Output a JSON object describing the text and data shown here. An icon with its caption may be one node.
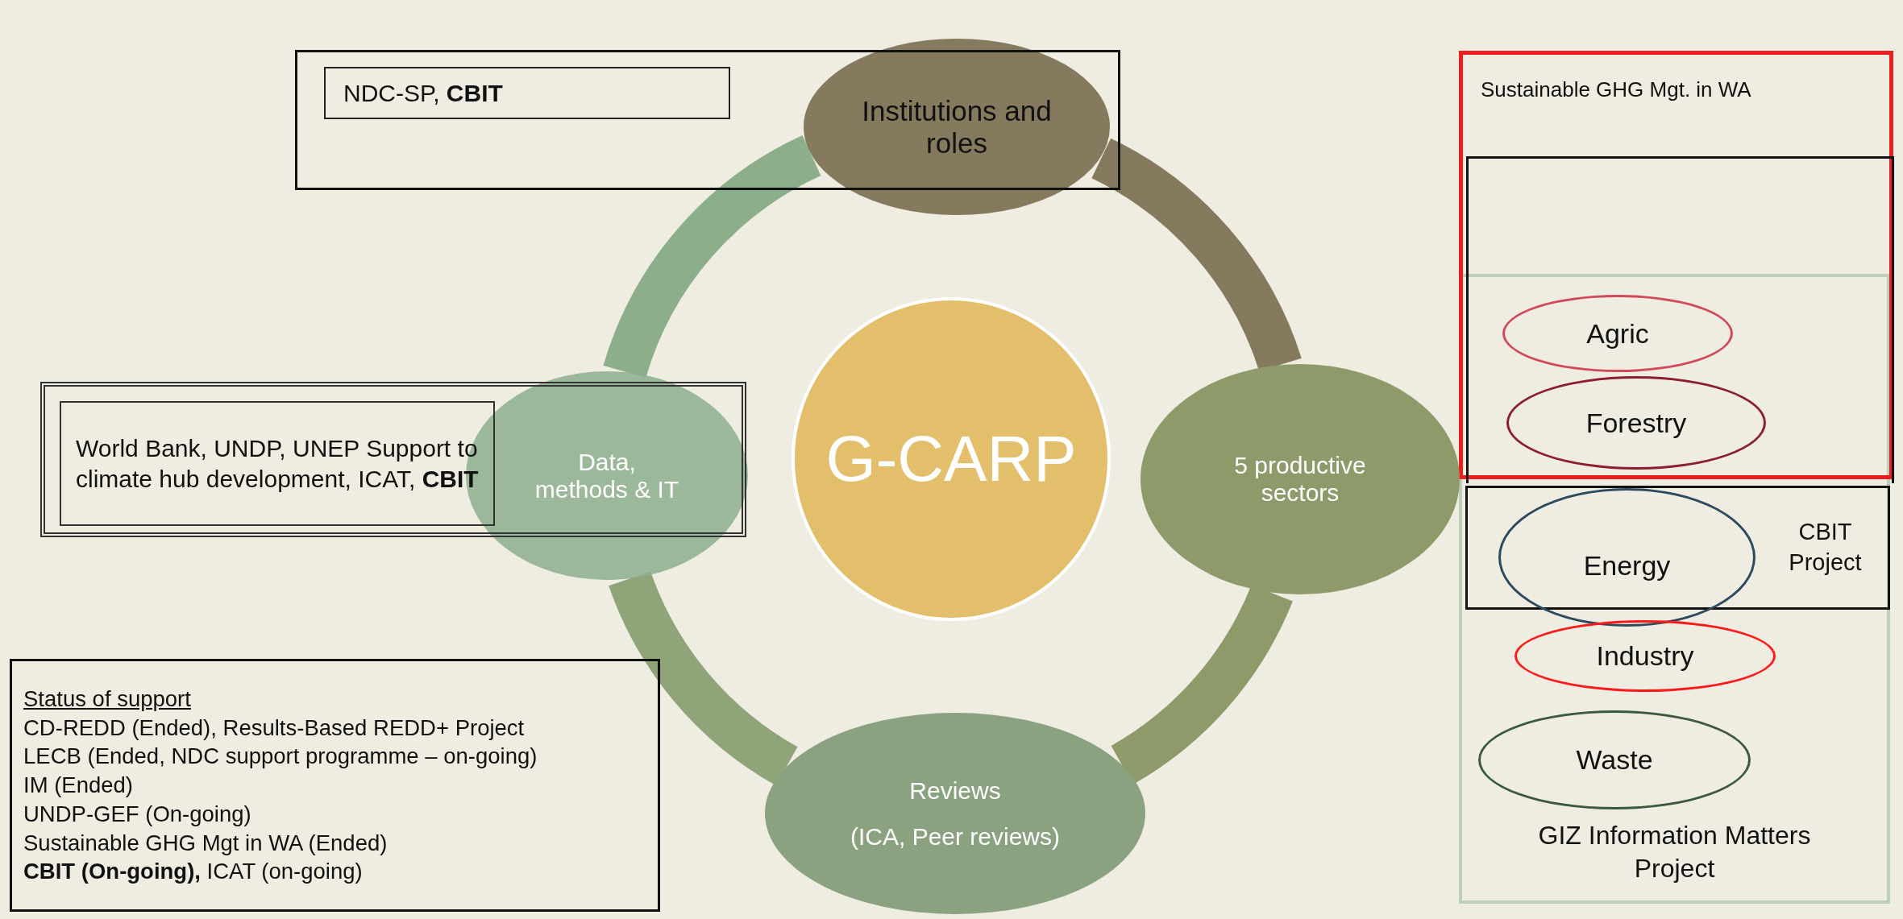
{
  "diagram": {
    "nodes": [
      {
        "text": [],
        "shape": "box"
      },
      {
        "text": [
          "NDC-SP, **CBIT**"
        ],
        "in": 0
      },
      {
        "text": [
          "Institutions and roles"
        ]
      },
      {
        "text": [
          "Sustainable GHG Mgt. in WA"
        ]
      },
      {
        "text": [],
        "shape": "box",
        "in": 3
      },
      {
        "text": [],
        "shape": "box"
      },
      {
        "text": [
          "World Bank, UNDP, UNEP Support to climate hub development, ICAT, **CBIT**"
        ],
        "in": 5
      },
      {
        "text": [
          "Data, methods & IT"
        ]
      },
      {
        "text": [
          "G-CARP"
        ]
      },
      {
        "text": [
          "5 productive sectors"
        ]
      },
      {
        "text": [
          "Agric"
        ]
      },
      {
        "text": [
          "Forestry"
        ]
      },
      {
        "text": [
          "CBIT Project"
        ],
        "in": 14
      },
      {
        "text": [
          "Energy"
        ],
        "in": 14
      },
      {
        "text": [
          "GIZ Information Matters Project"
        ]
      },
      {
        "text": [
          "Industry"
        ],
        "in": 14
      },
      {
        "text": [
          "Waste"
        ],
        "in": 14
      },
      {
        "text": [
          "Status of support",
          "CD-REDD (Ended), Results-Based REDD+ Project",
          "LECB (Ended, NDC support programme – on-going)",
          "IM (Ended)",
          "UNDP-GEF (On-going)",
          "Sustainable GHG Mgt in WA (Ended)",
          "**CBIT (On-going),** ICAT (on-going)"
        ]
      },
      {
        "text": [
          "Reviews",
          "(ICA, Peer reviews)"
        ]
      }
    ],
    "edges": [
      {
        "from": 2,
        "to": 9,
        "arrow": "none",
        "color": "#857a5e"
      },
      {
        "from": 9,
        "to": 18,
        "arrow": "none",
        "color": "#8f9a6b"
      },
      {
        "from": 18,
        "to": 7,
        "arrow": "none",
        "color": "#8fa579"
      },
      {
        "from": 7,
        "to": 2,
        "arrow": "none",
        "color": "#8cae8a"
      }
    ]
  }
}
